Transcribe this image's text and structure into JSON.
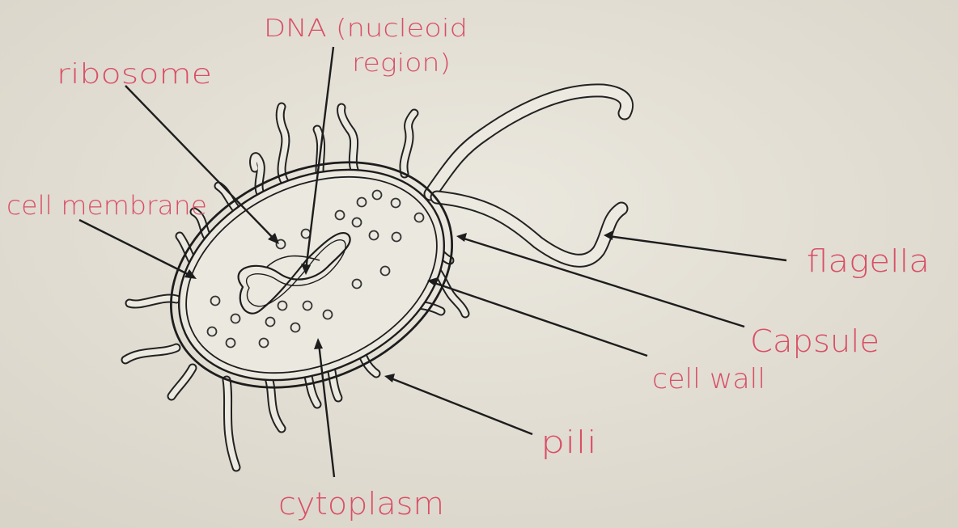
{
  "diagram": {
    "labels": {
      "dna": [
        "DNA (nucleoid",
        "region)"
      ],
      "ribosome": "ribosome",
      "cell_membrane": "cell membrane",
      "flagella": "flagella",
      "capsule": "Capsule",
      "cell_wall": "cell wall",
      "pili": "pili",
      "cytoplasm": "cytoplasm"
    },
    "colors": {
      "label_ink": "#d94f66",
      "line_ink": "#1d1d1d",
      "paper": "#e4e0d6"
    }
  }
}
